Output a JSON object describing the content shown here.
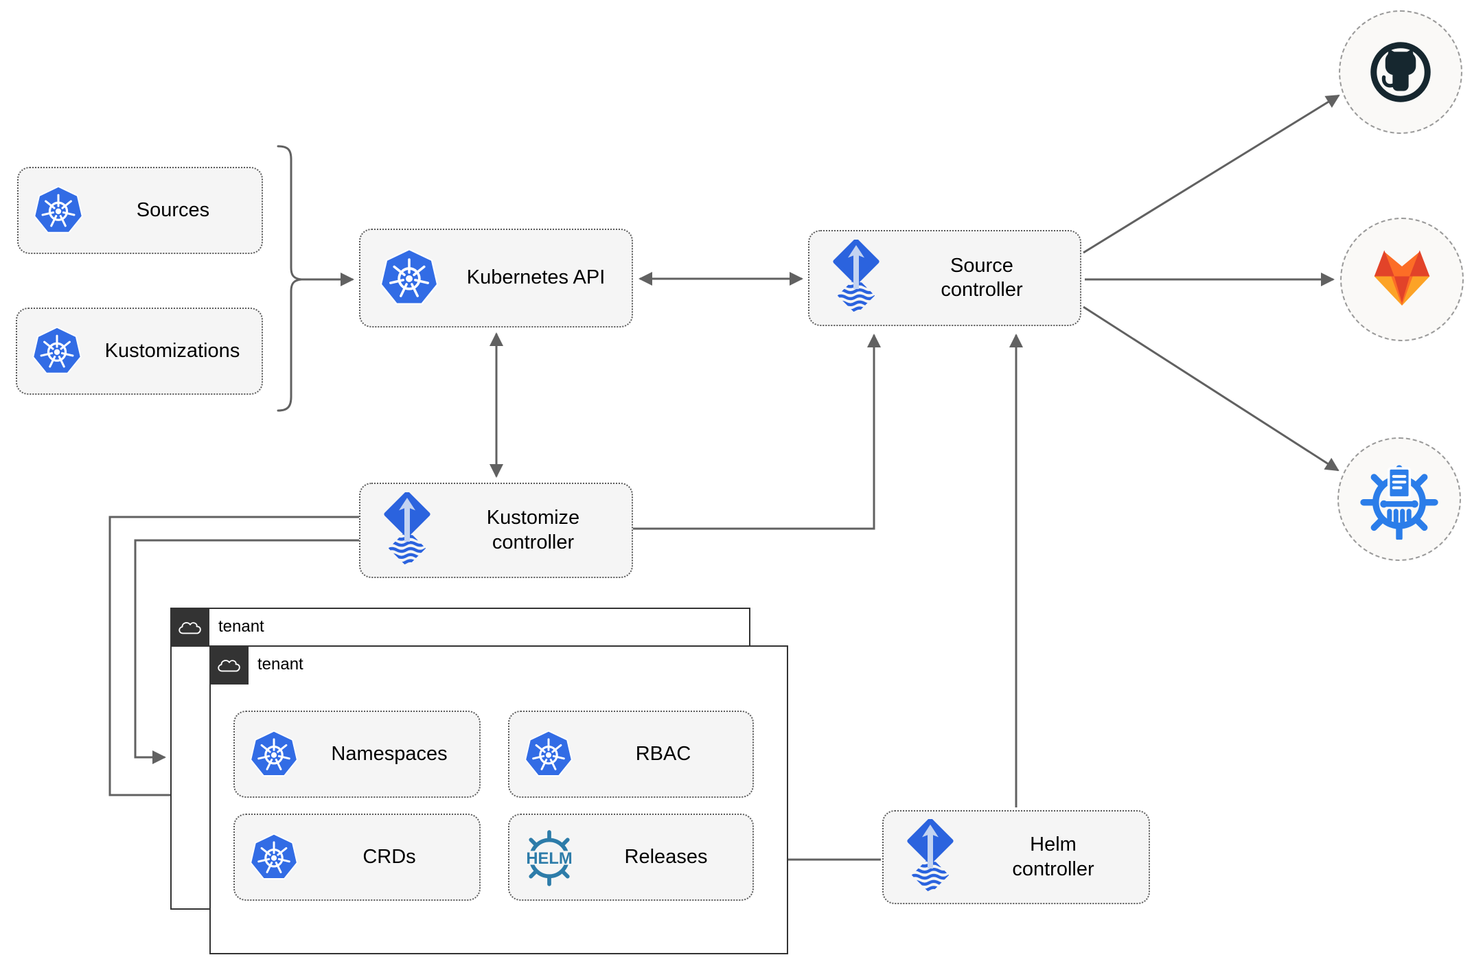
{
  "nodes": {
    "sources": {
      "label": "Sources"
    },
    "kustomizations": {
      "label": "Kustomizations"
    },
    "kubernetes_api": {
      "label": "Kubernetes API"
    },
    "source_controller": {
      "line1": "Source",
      "line2": "controller"
    },
    "kustomize_controller": {
      "line1": "Kustomize",
      "line2": "controller"
    },
    "helm_controller": {
      "line1": "Helm",
      "line2": "controller"
    },
    "namespaces": {
      "label": "Namespaces"
    },
    "rbac": {
      "label": "RBAC"
    },
    "crds": {
      "label": "CRDs"
    },
    "releases": {
      "label": "Releases"
    }
  },
  "tenants": {
    "back_label": "tenant",
    "front_label": "tenant"
  },
  "icons": {
    "helm_text": "HELM",
    "endpoint_names": [
      "github-icon",
      "gitlab-icon",
      "bucket-storage-icon"
    ]
  },
  "colors": {
    "k8s_blue": "#326ce5",
    "flux_blue": "#2b63de",
    "flux_light": "#c3d3f1",
    "helm_teal": "#2d7ca9",
    "github_dark": "#16272f",
    "gitlab_red": "#e24329",
    "gitlab_orange": "#fc6d26",
    "gitlab_yellow": "#fca326",
    "bucket_blue": "#2b7de9",
    "line_gray": "#616161",
    "box_fill": "#f5f5f5",
    "box_border": "#5b5b5b",
    "tenant_border": "#333333",
    "circle_fill": "#faf9f7",
    "circle_border": "#9a9a9a",
    "text_color": "#000000"
  }
}
